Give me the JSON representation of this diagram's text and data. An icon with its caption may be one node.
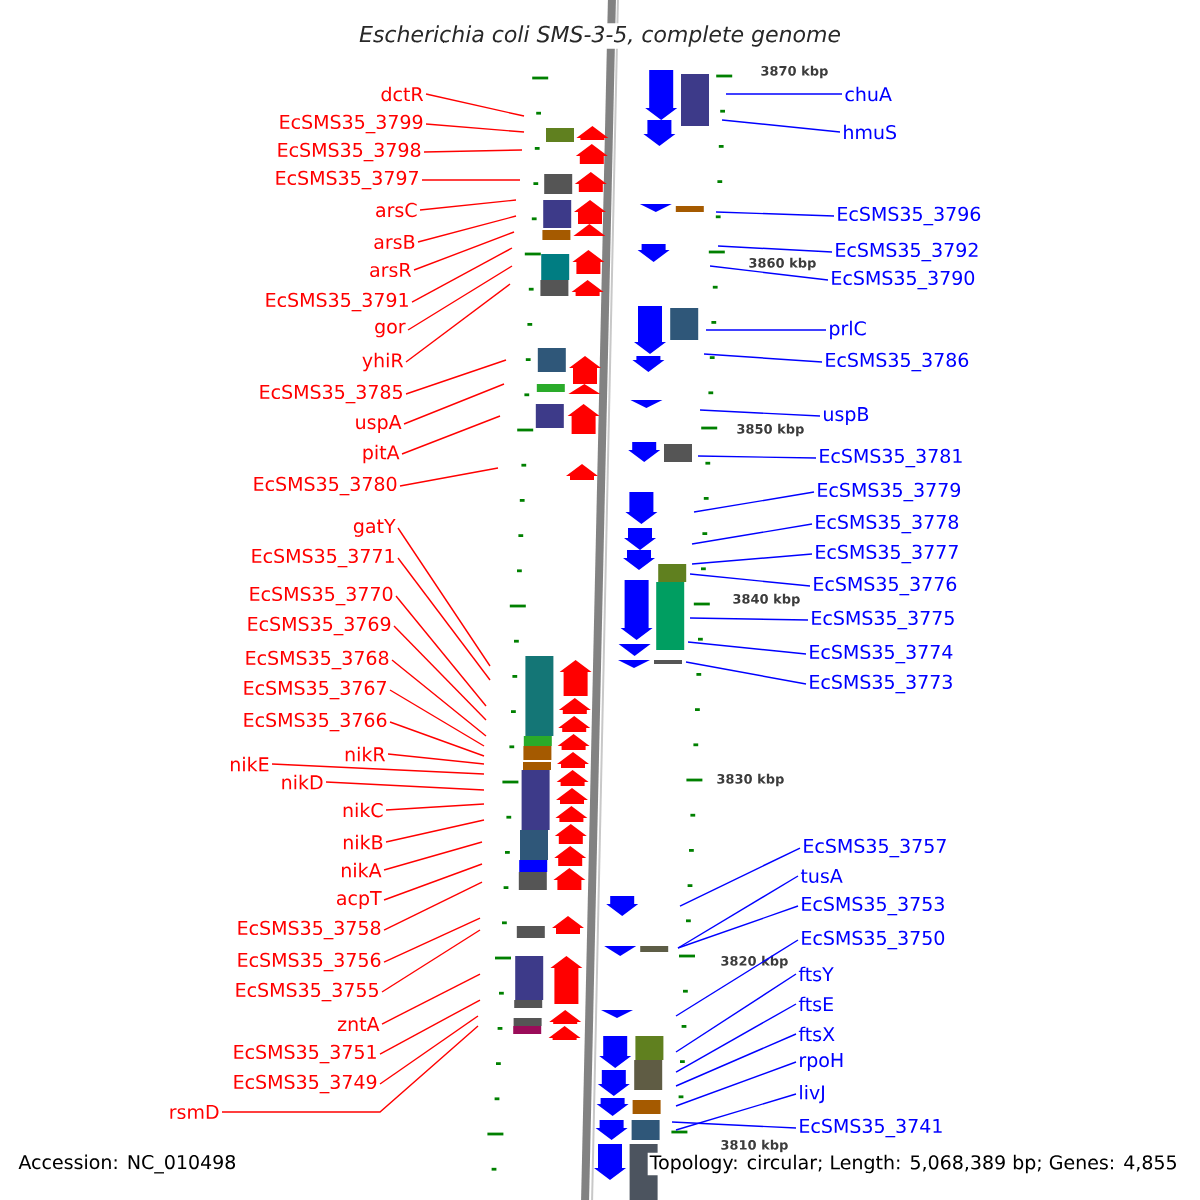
{
  "diagram": {
    "title": "Escherichia coli SMS-3-5, complete genome",
    "nodes": [
      {
        "text": [
          "dctR"
        ]
      },
      {
        "text": [
          "EcSMS35_3799"
        ]
      },
      {
        "text": [
          "EcSMS35_3798"
        ]
      },
      {
        "text": [
          "EcSMS35_3797"
        ]
      },
      {
        "text": [
          "arsC"
        ]
      },
      {
        "text": [
          "arsB"
        ]
      },
      {
        "text": [
          "arsR"
        ]
      },
      {
        "text": [
          "EcSMS35_3791"
        ]
      },
      {
        "text": [
          "gor"
        ]
      },
      {
        "text": [
          "yhiR"
        ]
      },
      {
        "text": [
          "EcSMS35_3785"
        ]
      },
      {
        "text": [
          "uspA"
        ]
      },
      {
        "text": [
          "pitA"
        ]
      },
      {
        "text": [
          "EcSMS35_3780"
        ]
      },
      {
        "text": [
          "gatY"
        ]
      },
      {
        "text": [
          "EcSMS35_3771"
        ]
      },
      {
        "text": [
          "EcSMS35_3770"
        ]
      },
      {
        "text": [
          "EcSMS35_3769"
        ]
      },
      {
        "text": [
          "EcSMS35_3768"
        ]
      },
      {
        "text": [
          "EcSMS35_3767"
        ]
      },
      {
        "text": [
          "EcSMS35_3766"
        ]
      },
      {
        "text": [
          "nikR"
        ]
      },
      {
        "text": [
          "nikE"
        ]
      },
      {
        "text": [
          "nikD"
        ]
      },
      {
        "text": [
          "nikC"
        ]
      },
      {
        "text": [
          "nikB"
        ]
      },
      {
        "text": [
          "nikA"
        ]
      },
      {
        "text": [
          "acpT"
        ]
      },
      {
        "text": [
          "EcSMS35_3758"
        ]
      },
      {
        "text": [
          "EcSMS35_3756"
        ]
      },
      {
        "text": [
          "EcSMS35_3755"
        ]
      },
      {
        "text": [
          "zntA"
        ]
      },
      {
        "text": [
          "EcSMS35_3751"
        ]
      },
      {
        "text": [
          "EcSMS35_3749"
        ]
      },
      {
        "text": [
          "rsmD"
        ]
      },
      {
        "text": [
          "chuA"
        ]
      },
      {
        "text": [
          "hmuS"
        ]
      },
      {
        "text": [
          "EcSMS35_3796"
        ]
      },
      {
        "text": [
          "EcSMS35_3792"
        ]
      },
      {
        "text": [
          "EcSMS35_3790"
        ]
      },
      {
        "text": [
          "prlC"
        ]
      },
      {
        "text": [
          "EcSMS35_3786"
        ]
      },
      {
        "text": [
          "uspB"
        ]
      },
      {
        "text": [
          "EcSMS35_3781"
        ]
      },
      {
        "text": [
          "EcSMS35_3779"
        ]
      },
      {
        "text": [
          "EcSMS35_3778"
        ]
      },
      {
        "text": [
          "EcSMS35_3777"
        ]
      },
      {
        "text": [
          "EcSMS35_3776"
        ]
      },
      {
        "text": [
          "EcSMS35_3775"
        ]
      },
      {
        "text": [
          "EcSMS35_3774"
        ]
      },
      {
        "text": [
          "EcSMS35_3773"
        ]
      },
      {
        "text": [
          "EcSMS35_3757"
        ]
      },
      {
        "text": [
          "tusA"
        ]
      },
      {
        "text": [
          "EcSMS35_3753"
        ]
      },
      {
        "text": [
          "EcSMS35_3750"
        ]
      },
      {
        "text": [
          "ftsY"
        ]
      },
      {
        "text": [
          "ftsE"
        ]
      },
      {
        "text": [
          "ftsX"
        ]
      },
      {
        "text": [
          "rpoH"
        ]
      },
      {
        "text": [
          "livJ"
        ]
      },
      {
        "text": [
          "EcSMS35_3741"
        ]
      }
    ],
    "edges": [
      {
        "from": 0,
        "to": null,
        "arrow": "none",
        "color": "#ff0000"
      },
      {
        "from": 1,
        "to": null,
        "arrow": "none",
        "color": "#ff0000"
      },
      {
        "from": 2,
        "to": null,
        "arrow": "none",
        "color": "#ff0000"
      },
      {
        "from": 3,
        "to": null,
        "arrow": "none",
        "color": "#ff0000"
      },
      {
        "from": 4,
        "to": null,
        "arrow": "none",
        "color": "#ff0000"
      },
      {
        "from": 5,
        "to": null,
        "arrow": "none",
        "color": "#ff0000"
      },
      {
        "from": 6,
        "to": null,
        "arrow": "none",
        "color": "#ff0000"
      },
      {
        "from": 7,
        "to": null,
        "arrow": "none",
        "color": "#ff0000"
      },
      {
        "from": 8,
        "to": null,
        "arrow": "none",
        "color": "#ff0000"
      },
      {
        "from": 9,
        "to": null,
        "arrow": "none",
        "color": "#ff0000"
      },
      {
        "from": 10,
        "to": null,
        "arrow": "none",
        "color": "#ff0000"
      },
      {
        "from": 11,
        "to": null,
        "arrow": "none",
        "color": "#ff0000"
      },
      {
        "from": 12,
        "to": null,
        "arrow": "none",
        "color": "#ff0000"
      },
      {
        "from": 13,
        "to": null,
        "arrow": "none",
        "color": "#ff0000"
      },
      {
        "from": 14,
        "to": null,
        "arrow": "none",
        "color": "#ff0000"
      },
      {
        "from": 15,
        "to": null,
        "arrow": "none",
        "color": "#ff0000"
      },
      {
        "from": 16,
        "to": null,
        "arrow": "none",
        "color": "#ff0000"
      },
      {
        "from": 17,
        "to": null,
        "arrow": "none",
        "color": "#ff0000"
      },
      {
        "from": 18,
        "to": null,
        "arrow": "none",
        "color": "#ff0000"
      },
      {
        "from": 19,
        "to": null,
        "arrow": "none",
        "color": "#ff0000"
      },
      {
        "from": 20,
        "to": null,
        "arrow": "none",
        "color": "#ff0000"
      },
      {
        "from": 21,
        "to": null,
        "arrow": "none",
        "color": "#ff0000"
      },
      {
        "from": 22,
        "to": null,
        "arrow": "none",
        "color": "#ff0000"
      },
      {
        "from": 23,
        "to": null,
        "arrow": "none",
        "color": "#ff0000"
      },
      {
        "from": 24,
        "to": null,
        "arrow": "none",
        "color": "#ff0000"
      },
      {
        "from": 25,
        "to": null,
        "arrow": "none",
        "color": "#ff0000"
      },
      {
        "from": 26,
        "to": null,
        "arrow": "none",
        "color": "#ff0000"
      },
      {
        "from": 27,
        "to": null,
        "arrow": "none",
        "color": "#ff0000"
      },
      {
        "from": 28,
        "to": null,
        "arrow": "none",
        "color": "#ff0000"
      },
      {
        "from": 29,
        "to": null,
        "arrow": "none",
        "color": "#ff0000"
      },
      {
        "from": 30,
        "to": null,
        "arrow": "none",
        "color": "#ff0000"
      },
      {
        "from": 31,
        "to": null,
        "arrow": "none",
        "color": "#ff0000"
      },
      {
        "from": 32,
        "to": null,
        "arrow": "none",
        "color": "#ff0000"
      },
      {
        "from": 33,
        "to": null,
        "arrow": "none",
        "color": "#ff0000"
      },
      {
        "from": 34,
        "to": null,
        "arrow": "none",
        "color": "#ff0000"
      },
      {
        "from": 35,
        "to": null,
        "arrow": "none",
        "color": "#0000ff"
      },
      {
        "from": 36,
        "to": null,
        "arrow": "none",
        "color": "#0000ff"
      },
      {
        "from": 37,
        "to": null,
        "arrow": "none",
        "color": "#0000ff"
      },
      {
        "from": 38,
        "to": null,
        "arrow": "none",
        "color": "#0000ff"
      },
      {
        "from": 39,
        "to": null,
        "arrow": "none",
        "color": "#0000ff"
      },
      {
        "from": 40,
        "to": null,
        "arrow": "none",
        "color": "#0000ff"
      },
      {
        "from": 41,
        "to": null,
        "arrow": "none",
        "color": "#0000ff"
      },
      {
        "from": 42,
        "to": null,
        "arrow": "none",
        "color": "#0000ff"
      },
      {
        "from": 43,
        "to": null,
        "arrow": "none",
        "color": "#0000ff"
      },
      {
        "from": 44,
        "to": null,
        "arrow": "none",
        "color": "#0000ff"
      },
      {
        "from": 45,
        "to": null,
        "arrow": "none",
        "color": "#0000ff"
      },
      {
        "from": 46,
        "to": null,
        "arrow": "none",
        "color": "#0000ff"
      },
      {
        "from": 47,
        "to": null,
        "arrow": "none",
        "color": "#0000ff"
      },
      {
        "from": 48,
        "to": null,
        "arrow": "none",
        "color": "#0000ff"
      },
      {
        "from": 49,
        "to": null,
        "arrow": "none",
        "color": "#0000ff"
      },
      {
        "from": 50,
        "to": null,
        "arrow": "none",
        "color": "#0000ff"
      },
      {
        "from": 51,
        "to": null,
        "arrow": "none",
        "color": "#0000ff"
      },
      {
        "from": 52,
        "to": null,
        "arrow": "none",
        "color": "#0000ff"
      },
      {
        "from": 53,
        "to": null,
        "arrow": "none",
        "color": "#0000ff"
      },
      {
        "from": 54,
        "to": null,
        "arrow": "none",
        "color": "#0000ff"
      },
      {
        "from": 55,
        "to": null,
        "arrow": "none",
        "color": "#0000ff"
      },
      {
        "from": 56,
        "to": null,
        "arrow": "none",
        "color": "#0000ff"
      },
      {
        "from": 57,
        "to": null,
        "arrow": "none",
        "color": "#0000ff"
      },
      {
        "from": 58,
        "to": null,
        "arrow": "none",
        "color": "#0000ff"
      },
      {
        "from": 59,
        "to": null,
        "arrow": "none",
        "color": "#0000ff"
      },
      {
        "from": 60,
        "to": null,
        "arrow": "none",
        "color": "#0000ff"
      }
    ],
    "labels": [
      "3870 kbp",
      "3860 kbp",
      "3850 kbp",
      "3840 kbp",
      "3830 kbp",
      "3820 kbp",
      "3810 kbp",
      "Accession: NC_010498",
      "Topology: circular; Length: 5,068,389 bp; Genes: 4,855"
    ]
  }
}
